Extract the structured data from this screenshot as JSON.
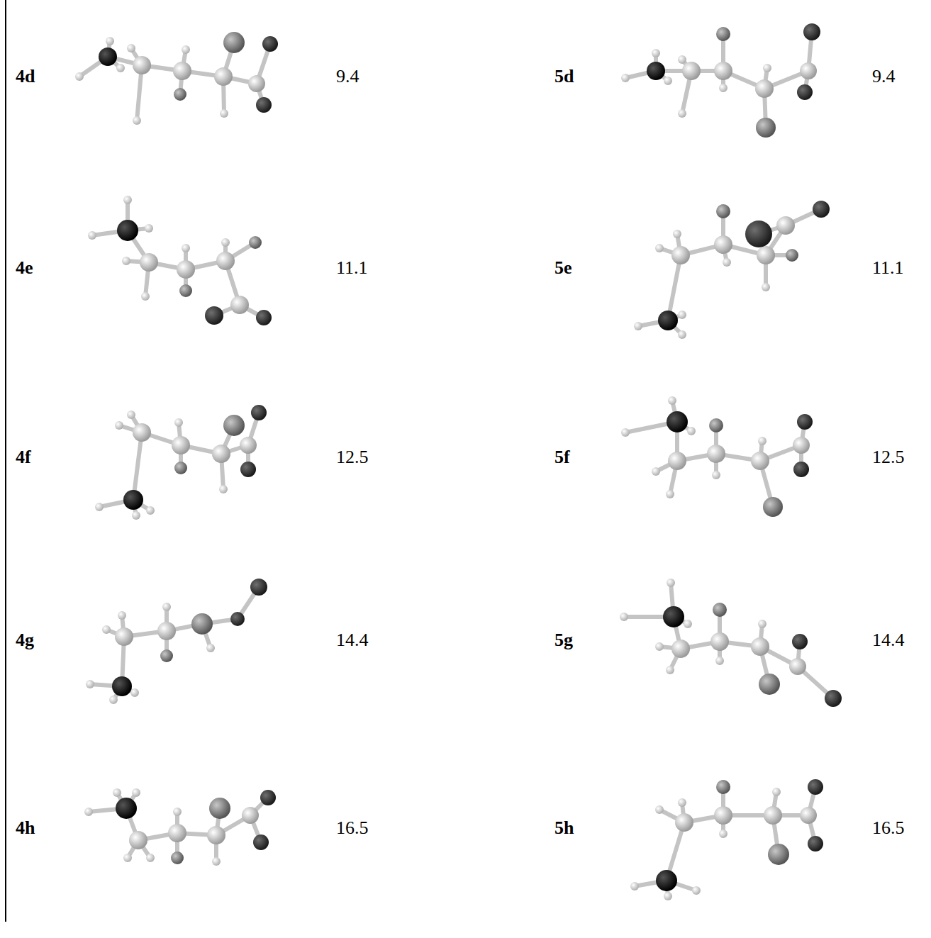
{
  "diagram": {
    "labels": [
      "4d",
      "9.4",
      "5d",
      "9.4",
      "4e",
      "11.1",
      "5e",
      "11.1",
      "4f",
      "12.5",
      "5f",
      "12.5",
      "4g",
      "14.4",
      "5g",
      "14.4",
      "4h",
      "16.5",
      "5h",
      "16.5"
    ]
  }
}
